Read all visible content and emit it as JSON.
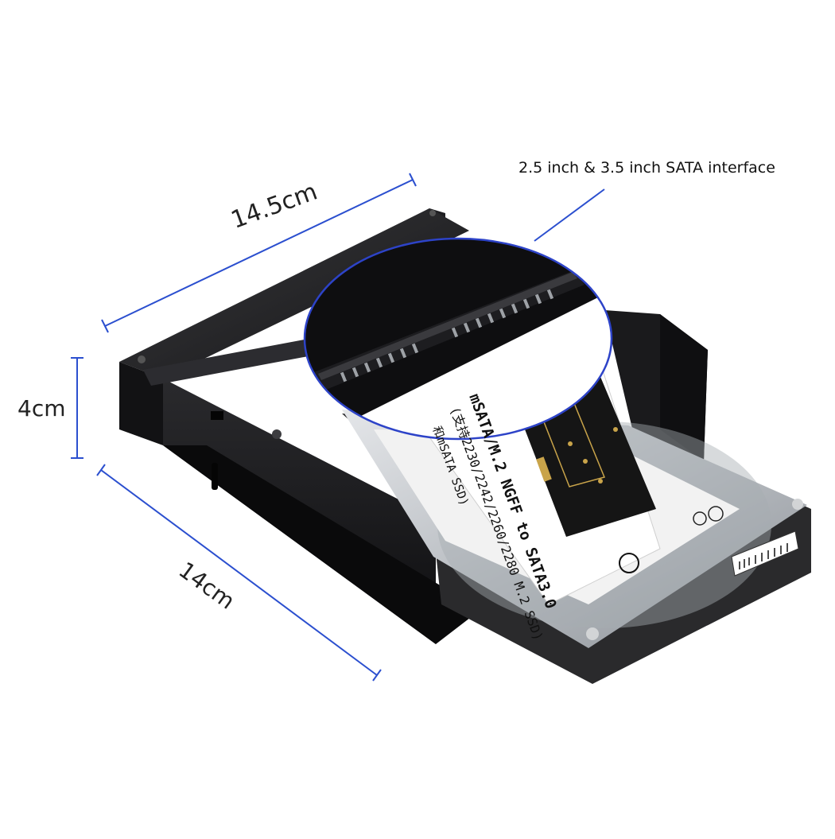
{
  "dimensions": {
    "width": "14.5cm",
    "height": "4cm",
    "depth": "14cm"
  },
  "callout": {
    "text": "2.5 inch & 3.5 inch SATA interface"
  },
  "adapter_card": {
    "line1": "mSATA/M.2 NGFF to SATA3.0",
    "line2": "(支持2230/2242/2260/2280 M.2 SSD)",
    "line3": "和mSATA SSD)"
  },
  "colors": {
    "dimension_line": "#2b4fcf",
    "enclosure": "#1b1b1d",
    "drive_metal": "#bfc3c8",
    "drive_label": "#f2f2f2",
    "card_board": "#151515",
    "callout_circle": "#2d43c8"
  }
}
